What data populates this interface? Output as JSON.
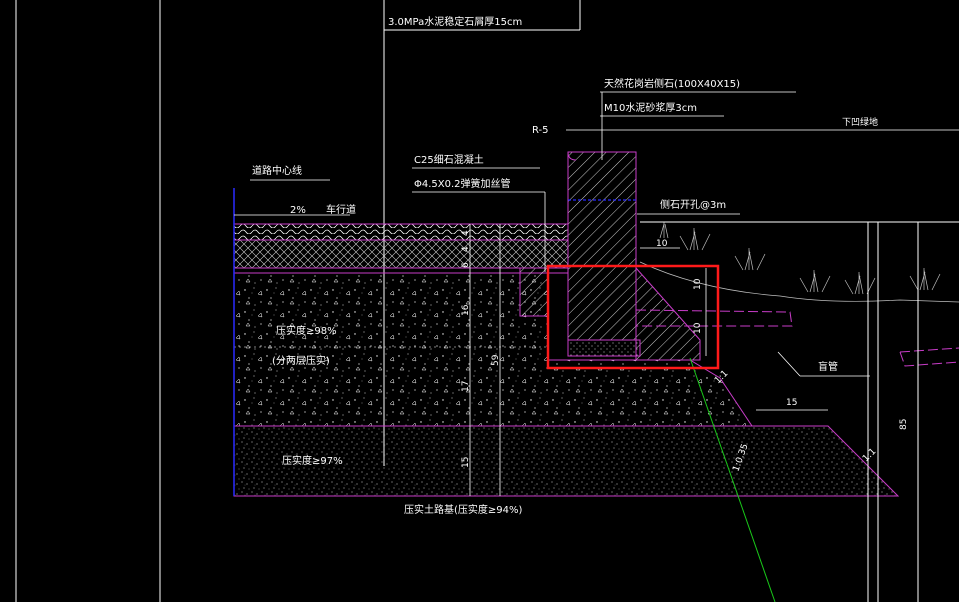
{
  "colors": {
    "background": "#000000",
    "line": "#ffffff",
    "layer": "#c83cc8",
    "highlight": "#ff1a1a",
    "blue": "#2a2aff",
    "green": "#19c819",
    "grass": "#bfbfbf"
  },
  "labels": {
    "top_base": "3.0MPa水泥稳定石屑厚15cm",
    "curb_stone": "天然花岗岩侧石(100X40X15)",
    "mortar": "M10水泥砂浆厚3cm",
    "right_top": "下凹绿地",
    "radius": "R-5",
    "c25": "C25细石混凝土",
    "phi": "Φ4.5X0.2弹簧加丝管",
    "road_centerline": "道路中心线",
    "slope": "2%",
    "carriageway": "车行道",
    "curb_hole": "侧石开孔@3m",
    "compaction1": "压实度≥98%",
    "layered": "(分两层压实)",
    "compaction2": "压实度≥97%",
    "subgrade": "压实土路基(压实度≥94%)",
    "pipe": "盲管"
  },
  "dims": {
    "d4a": "4",
    "d4b": "4",
    "d6": "6",
    "d16": "16",
    "d59": "59",
    "d17": "17",
    "d15v": "15",
    "d10h": "10",
    "d10v1": "10",
    "d10v2": "10",
    "d15h": "15",
    "slope1": "1:1",
    "slope2": "1:0.35",
    "slope3": "1:1",
    "d85": "85"
  }
}
